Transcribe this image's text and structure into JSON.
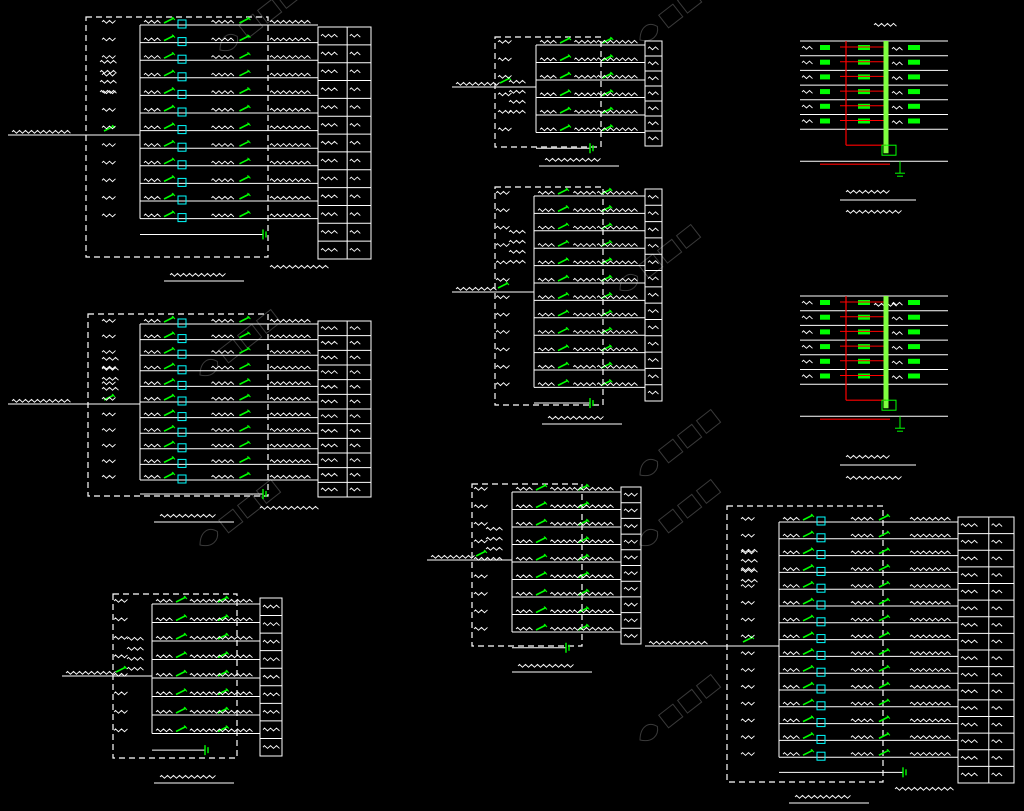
{
  "colors": {
    "background": "#000000",
    "line": "#ffffff",
    "breaker": "#00ff00",
    "meter": "#00ffff",
    "riser_red": "#ff0000",
    "riser_green": "#7fff3f",
    "watermark": "#6a6a6a"
  },
  "watermark": {
    "text": "千库网",
    "icon": "watermark-logo-icon"
  },
  "panels": [
    {
      "id": "panel-1",
      "circuits": 12,
      "meters": true,
      "caption": "",
      "caption2": ""
    },
    {
      "id": "panel-2",
      "circuits": 11,
      "meters": true,
      "caption": "",
      "caption2": ""
    },
    {
      "id": "panel-3",
      "circuits": 8,
      "meters": false,
      "caption": "",
      "caption2": ""
    },
    {
      "id": "panel-4",
      "circuits": 6,
      "meters": false,
      "caption": "",
      "caption2": ""
    },
    {
      "id": "panel-5",
      "circuits": 12,
      "meters": false,
      "caption": "",
      "caption2": ""
    },
    {
      "id": "panel-6",
      "circuits": 9,
      "meters": false,
      "caption": "",
      "caption2": ""
    },
    {
      "id": "panel-7",
      "circuits": 15,
      "meters": true,
      "caption": "",
      "caption2": ""
    }
  ],
  "risers": [
    {
      "id": "riser-1",
      "floors": 6,
      "title": "",
      "caption": ""
    },
    {
      "id": "riser-2",
      "floors": 6,
      "title": "",
      "caption": ""
    }
  ]
}
